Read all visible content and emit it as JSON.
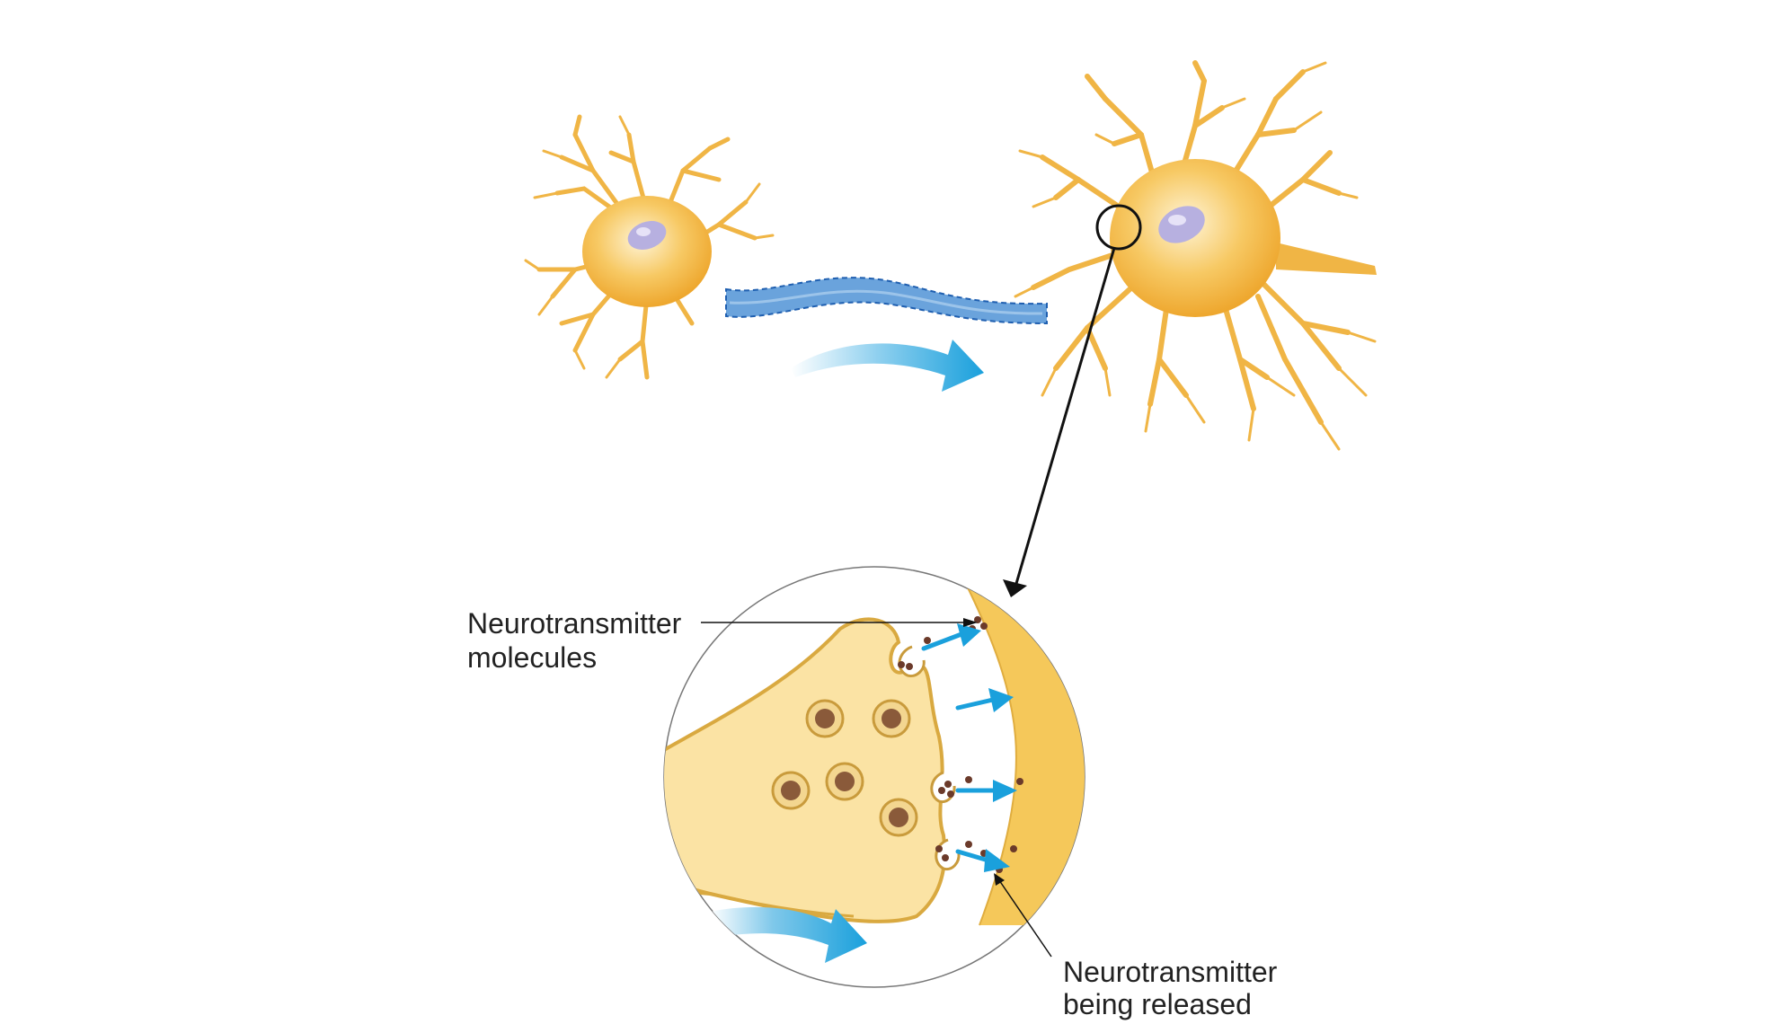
{
  "labels": {
    "molecules_line1": "Neurotransmitter",
    "molecules_line2": "molecules",
    "released_line1": "Neurotransmitter",
    "released_line2": "being released"
  },
  "colors": {
    "neuron_body": "#f3b53d",
    "neuron_light": "#fde9b8",
    "nucleus": "#b7b0e0",
    "axon_blue": "#5f9ad8",
    "arrow_blue": "#1aa0dc",
    "terminal_fill": "#fbe3a4",
    "terminal_edge": "#d9a940",
    "vesicle_fill": "#8a5a3a",
    "line": "#111111"
  }
}
